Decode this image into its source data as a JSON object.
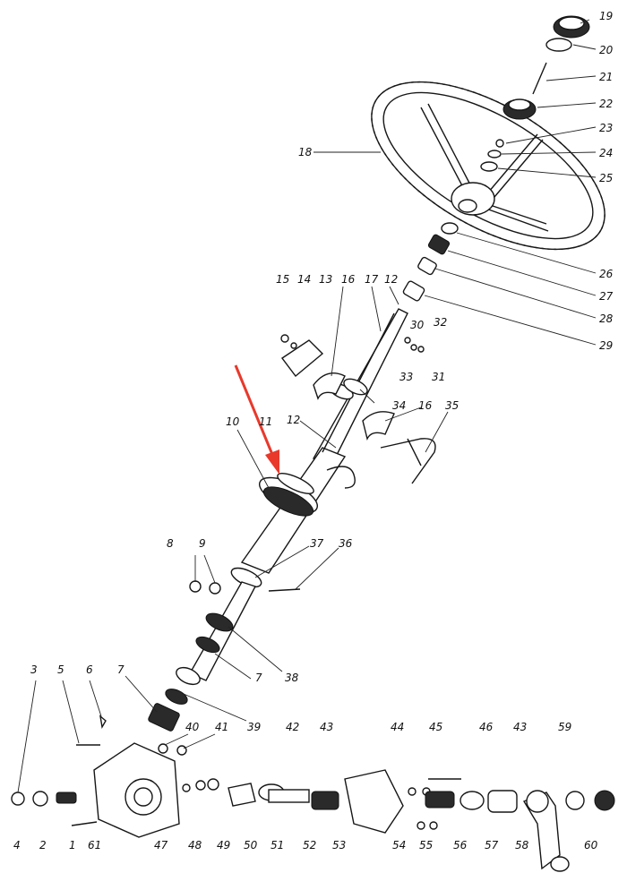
{
  "colors": {
    "ink": "#161616",
    "paper": "#ffffff",
    "arrow": "#e8392b"
  },
  "pointer_arrow_icon": "red-arrow-icon",
  "labels": {
    "n1": "1",
    "n2": "2",
    "n3": "3",
    "n4": "4",
    "n5": "5",
    "n6": "6",
    "n7": "7",
    "n7b": "7",
    "n8": "8",
    "n9": "9",
    "n10": "10",
    "n11": "11",
    "n12": "12",
    "n12b": "12",
    "n13": "13",
    "n14": "14",
    "n15": "15",
    "n16": "16",
    "n16b": "16",
    "n17": "17",
    "n18": "18",
    "n19": "19",
    "n20": "20",
    "n21": "21",
    "n22": "22",
    "n23": "23",
    "n24": "24",
    "n25": "25",
    "n26": "26",
    "n27": "27",
    "n28": "28",
    "n29": "29",
    "n30": "30",
    "n31": "31",
    "n32": "32",
    "n33": "33",
    "n34": "34",
    "n35": "35",
    "n36": "36",
    "n37": "37",
    "n38": "38",
    "n39": "39",
    "n40": "40",
    "n41": "41",
    "n42": "42",
    "n43": "43",
    "n43b": "43",
    "n44": "44",
    "n45": "45",
    "n46": "46",
    "n47": "47",
    "n48": "48",
    "n49": "49",
    "n50": "50",
    "n51": "51",
    "n52": "52",
    "n53": "53",
    "n54": "54",
    "n55": "55",
    "n56": "56",
    "n57": "57",
    "n58": "58",
    "n59": "59",
    "n60": "60",
    "n61": "61"
  }
}
